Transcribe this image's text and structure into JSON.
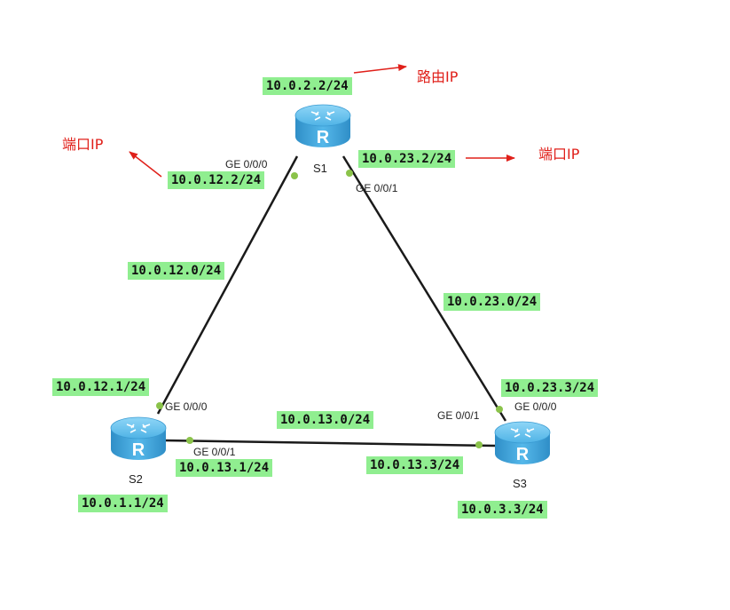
{
  "devices": {
    "s1": {
      "name": "S1"
    },
    "s2": {
      "name": "S2"
    },
    "s3": {
      "name": "S3"
    }
  },
  "networks": {
    "s1_s2": "10.0.12.0/24",
    "s1_s3": "10.0.23.0/24",
    "s2_s3": "10.0.13.0/24"
  },
  "ips": {
    "s1_loop": "10.0.2.2/24",
    "s1_g000": "10.0.12.2/24",
    "s1_g001": "10.0.23.2/24",
    "s2_g000": "10.0.12.1/24",
    "s2_g001": "10.0.13.1/24",
    "s2_loop": "10.0.1.1/24",
    "s3_g000": "10.0.23.3/24",
    "s3_g001": "10.0.13.3/24",
    "s3_loop": "10.0.3.3/24"
  },
  "ports": {
    "s1_g000": "GE 0/0/0",
    "s1_g001": "GE 0/0/1",
    "s2_g000": "GE 0/0/0",
    "s2_g001": "GE 0/0/1",
    "s3_g000": "GE 0/0/0",
    "s3_g001": "GE 0/0/1"
  },
  "annotations": {
    "route_ip": "路由IP",
    "port_ip_left": "端口IP",
    "port_ip_right": "端口IP"
  },
  "colors": {
    "label_bg": "#90ee90",
    "annotation": "#e0201a",
    "link": "#1a1a1a",
    "port_dot": "#8bc34a",
    "router_body": "#4aa8dc"
  }
}
